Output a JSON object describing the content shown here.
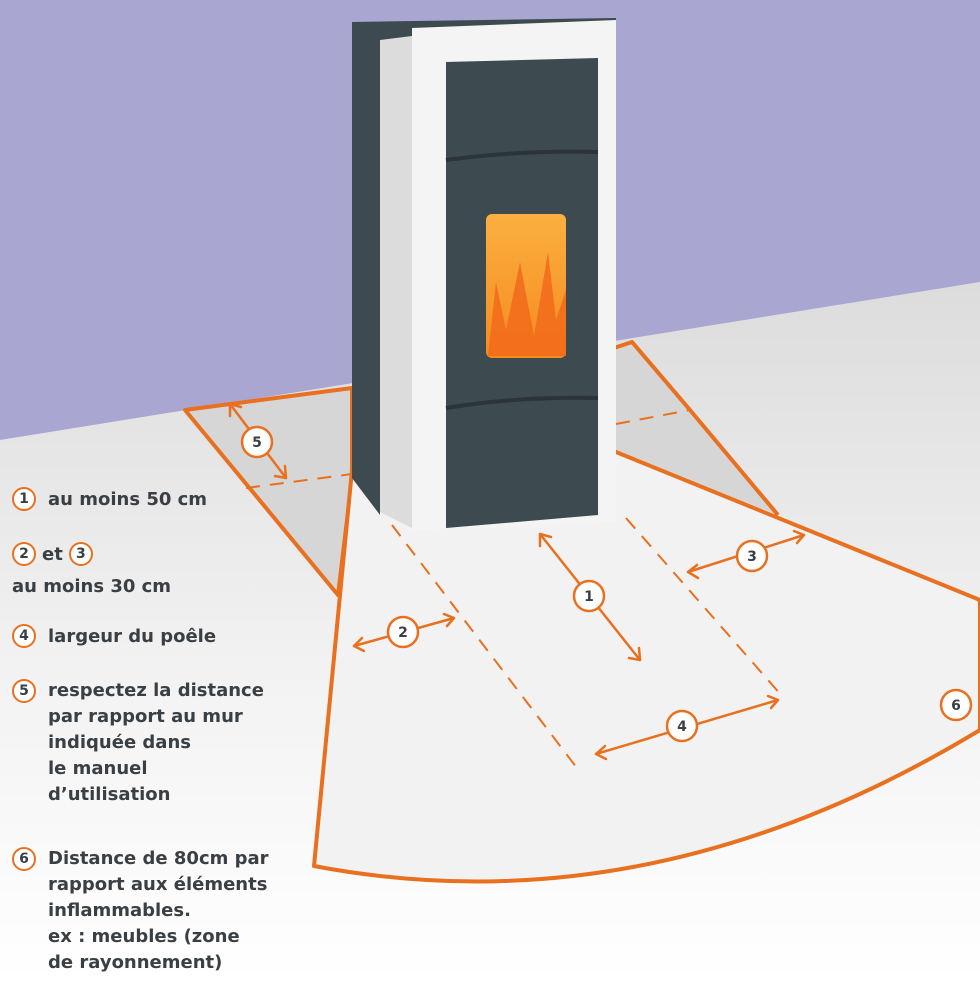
{
  "markers": [
    "1",
    "2",
    "3",
    "4",
    "5",
    "6"
  ],
  "legend": {
    "item1": "au moins 50 cm",
    "item23_joiner": "et",
    "item23_text": "au moins 30 cm",
    "item4": "largeur du poêle",
    "item5": [
      "respectez la distance",
      "par rapport au mur",
      "indiquée dans",
      "le manuel",
      "d’utilisation"
    ],
    "item6": [
      "Distance de 80cm par",
      "rapport aux éléments",
      "inflammables.",
      "ex : meubles (zone",
      "de rayonnement)"
    ]
  },
  "colors": {
    "wall": "#a9a6d2",
    "floor": "#ececec",
    "accent": "#e8701f",
    "stove_dark": "#3d4a4f",
    "stove_white": "#f4f4f4",
    "flame": "#f7a434",
    "text": "#3a3f44"
  }
}
